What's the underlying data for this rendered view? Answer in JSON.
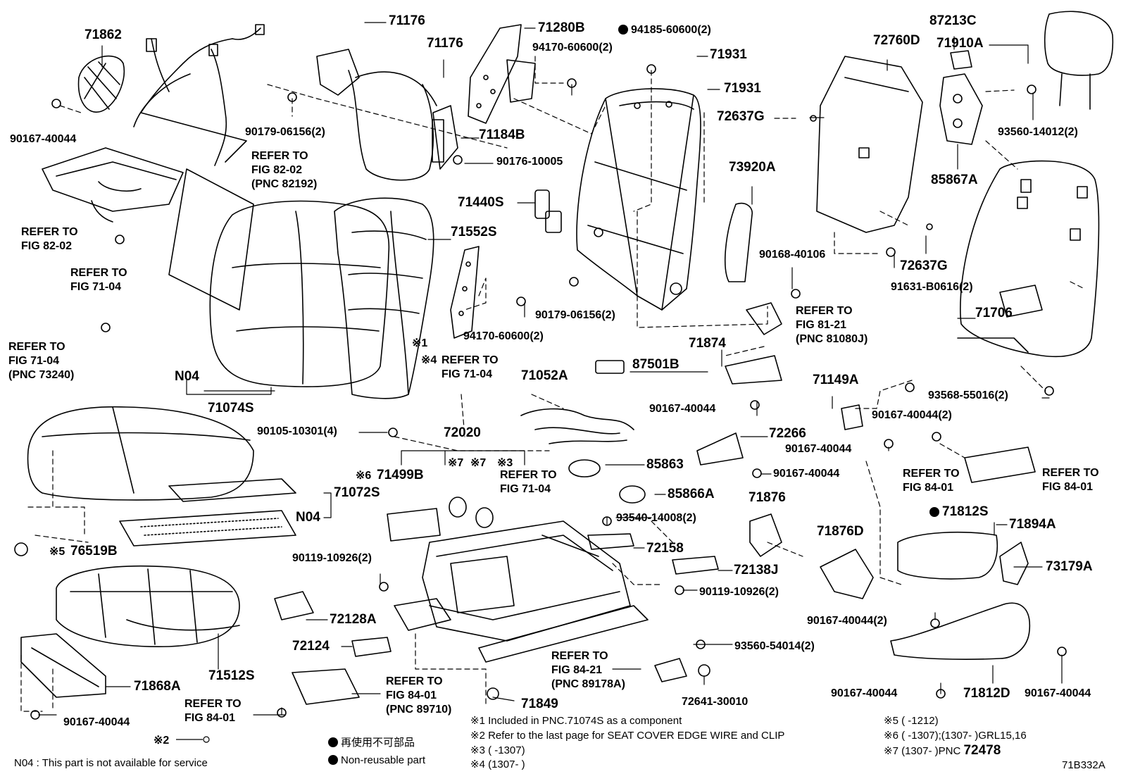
{
  "diagram_id": "71B332A",
  "part_labels": [
    {
      "key": "p71862",
      "text": "71862"
    },
    {
      "key": "p90167a",
      "text": "90167-40044"
    },
    {
      "key": "p71176a",
      "text": "71176"
    },
    {
      "key": "p71176b",
      "text": "71176"
    },
    {
      "key": "p71280B",
      "text": "71280B"
    },
    {
      "key": "p94185",
      "text": "94185-60600(2)"
    },
    {
      "key": "p94170a",
      "text": "94170-60600(2)"
    },
    {
      "key": "p71931a",
      "text": "71931"
    },
    {
      "key": "p71931b",
      "text": "71931"
    },
    {
      "key": "p87213C",
      "text": "87213C"
    },
    {
      "key": "p72760D",
      "text": "72760D"
    },
    {
      "key": "p71910A",
      "text": "71910A"
    },
    {
      "key": "p93560a",
      "text": "93560-14012(2)"
    },
    {
      "key": "p90179a",
      "text": "90179-06156(2)"
    },
    {
      "key": "p71184B",
      "text": "71184B"
    },
    {
      "key": "p90176",
      "text": "90176-10005"
    },
    {
      "key": "p72637Ga",
      "text": "72637G"
    },
    {
      "key": "p85867A",
      "text": "85867A"
    },
    {
      "key": "p73920A",
      "text": "73920A"
    },
    {
      "key": "p71440S",
      "text": "71440S"
    },
    {
      "key": "p71552S",
      "text": "71552S"
    },
    {
      "key": "p72637Gb",
      "text": "72637G"
    },
    {
      "key": "p90168",
      "text": "90168-40106"
    },
    {
      "key": "p91631",
      "text": "91631-B0616(2)"
    },
    {
      "key": "p90179b",
      "text": "90179-06156(2)"
    },
    {
      "key": "p94170b",
      "text": "94170-60600(2)"
    },
    {
      "key": "p71706",
      "text": "71706"
    },
    {
      "key": "pN04a",
      "text": "N04"
    },
    {
      "key": "p71074S",
      "text": "71074S"
    },
    {
      "key": "p71874",
      "text": "71874"
    },
    {
      "key": "p87501B",
      "text": "87501B"
    },
    {
      "key": "p71052A",
      "text": "71052A"
    },
    {
      "key": "p71149A",
      "text": "71149A"
    },
    {
      "key": "p90167b",
      "text": "90167-40044"
    },
    {
      "key": "p90167c",
      "text": "90167-40044(2)"
    },
    {
      "key": "p93568",
      "text": "93568-55016(2)"
    },
    {
      "key": "p90105",
      "text": "90105-10301(4)"
    },
    {
      "key": "p72020",
      "text": "72020"
    },
    {
      "key": "p72266",
      "text": "72266"
    },
    {
      "key": "p90167d",
      "text": "90167-40044"
    },
    {
      "key": "p71499B",
      "text": "71499B"
    },
    {
      "key": "p85863",
      "text": "85863"
    },
    {
      "key": "p90167e",
      "text": "90167-40044"
    },
    {
      "key": "p71072S",
      "text": "71072S"
    },
    {
      "key": "p85866A",
      "text": "85866A"
    },
    {
      "key": "p71876",
      "text": "71876"
    },
    {
      "key": "pN04b",
      "text": "N04"
    },
    {
      "key": "p93540",
      "text": "93540-14008(2)"
    },
    {
      "key": "p71876D",
      "text": "71876D"
    },
    {
      "key": "p71812S",
      "text": "71812S"
    },
    {
      "key": "p71894A",
      "text": "71894A"
    },
    {
      "key": "p76519B",
      "text": "76519B"
    },
    {
      "key": "p72158",
      "text": "72158"
    },
    {
      "key": "p90119a",
      "text": "90119-10926(2)"
    },
    {
      "key": "p72138J",
      "text": "72138J"
    },
    {
      "key": "p73179A",
      "text": "73179A"
    },
    {
      "key": "p90119b",
      "text": "90119-10926(2)"
    },
    {
      "key": "p72128A",
      "text": "72128A"
    },
    {
      "key": "p90167f",
      "text": "90167-40044(2)"
    },
    {
      "key": "p72124",
      "text": "72124"
    },
    {
      "key": "p93560b",
      "text": "93560-54014(2)"
    },
    {
      "key": "p71512S",
      "text": "71512S"
    },
    {
      "key": "p71868A",
      "text": "71868A"
    },
    {
      "key": "p72641",
      "text": "72641-30010"
    },
    {
      "key": "p90167g",
      "text": "90167-40044"
    },
    {
      "key": "p71812D",
      "text": "71812D"
    },
    {
      "key": "p90167h",
      "text": "90167-40044"
    },
    {
      "key": "p71849",
      "text": "71849"
    },
    {
      "key": "p90167i",
      "text": "90167-40044"
    },
    {
      "key": "p72478",
      "text": "72478"
    }
  ],
  "refs": {
    "r82_02a": [
      "REFER TO",
      "FIG 82-02",
      "(PNC 82192)"
    ],
    "r82_02b": [
      "REFER TO",
      "FIG 82-02"
    ],
    "r71_04a": [
      "REFER TO",
      "FIG 71-04"
    ],
    "r71_04b": [
      "REFER TO",
      "FIG 71-04",
      "(PNC 73240)"
    ],
    "r71_04c": [
      "REFER TO",
      "FIG 71-04"
    ],
    "r71_04d": [
      "REFER TO",
      "FIG 71-04"
    ],
    "r81_21": [
      "REFER TO",
      "FIG 81-21",
      "(PNC 81080J)"
    ],
    "r84_01a": [
      "REFER TO",
      "FIG 84-01"
    ],
    "r84_01b": [
      "REFER TO",
      "FIG 84-01"
    ],
    "r84_21": [
      "REFER TO",
      "FIG 84-21",
      "(PNC 89178A)"
    ],
    "r84_01c": [
      "REFER TO",
      "FIG 84-01",
      "(PNC 89710)"
    ],
    "r84_01d": [
      "REFER TO",
      "FIG 84-01"
    ]
  },
  "marks": {
    "m1": "※1",
    "m4": "※4",
    "m6": "※6",
    "m7a": "※7",
    "m7b": "※7",
    "m3": "※3",
    "m5": "※5",
    "m2": "※2"
  },
  "notes": {
    "n1": "※1 Included in PNC.71074S as a component",
    "n2": "※2 Refer to the last page for SEAT COVER EDGE WIRE and CLIP",
    "n3": "※3 (      -1307)",
    "n4": "※4 (1307-      )",
    "n5": "※5 (      -1212)",
    "n6": "※6 (      -1307);(1307-      )GRL15,16",
    "n7": "※7 (1307-      )PNC",
    "jp": "再使用不可部品",
    "en": "Non-reusable part",
    "n04": "N04 : This part is not available for service"
  }
}
